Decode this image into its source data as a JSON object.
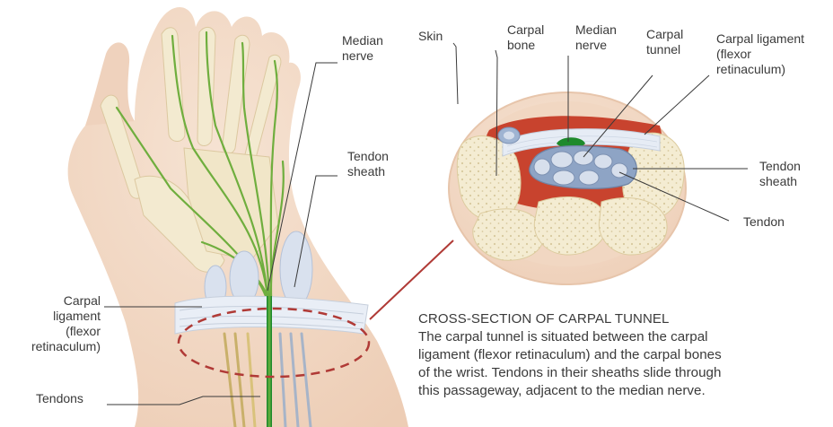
{
  "colors": {
    "skin_fill": "#f3dcc9",
    "skin_shadow": "#e9c3a7",
    "bone": "#f4ecd2",
    "bone_dot": "#d6c79b",
    "nerve": "#6fae3e",
    "nerve_bundle": "#1e8a2c",
    "tissue_red": "#c8432e",
    "tendon_blue": "#9fb4d2",
    "ligament": "#e6ecf5",
    "leader": "#3a3a3a",
    "connector": "#b03a36"
  },
  "hand_labels": {
    "median_nerve": "Median\nnerve",
    "tendon_sheath": "Tendon\nsheath",
    "carpal_ligament": "Carpal\nligament\n(flexor\nretinaculum)",
    "tendons": "Tendons"
  },
  "section_labels": {
    "skin": "Skin",
    "carpal_bone": "Carpal\nbone",
    "median_nerve": "Median\nnerve",
    "carpal_tunnel": "Carpal\ntunnel",
    "carpal_ligament": "Carpal ligament\n(flexor\nretinaculum)",
    "tendon_sheath": "Tendon\nsheath",
    "tendon": "Tendon"
  },
  "caption": {
    "title": "CROSS-SECTION OF CARPAL TUNNEL",
    "body": "The carpal tunnel is situated between the carpal\nligament (flexor retinaculum) and the carpal bones\nof the wrist. Tendons in their sheaths slide through\nthis passageway, adjacent to the median nerve."
  }
}
